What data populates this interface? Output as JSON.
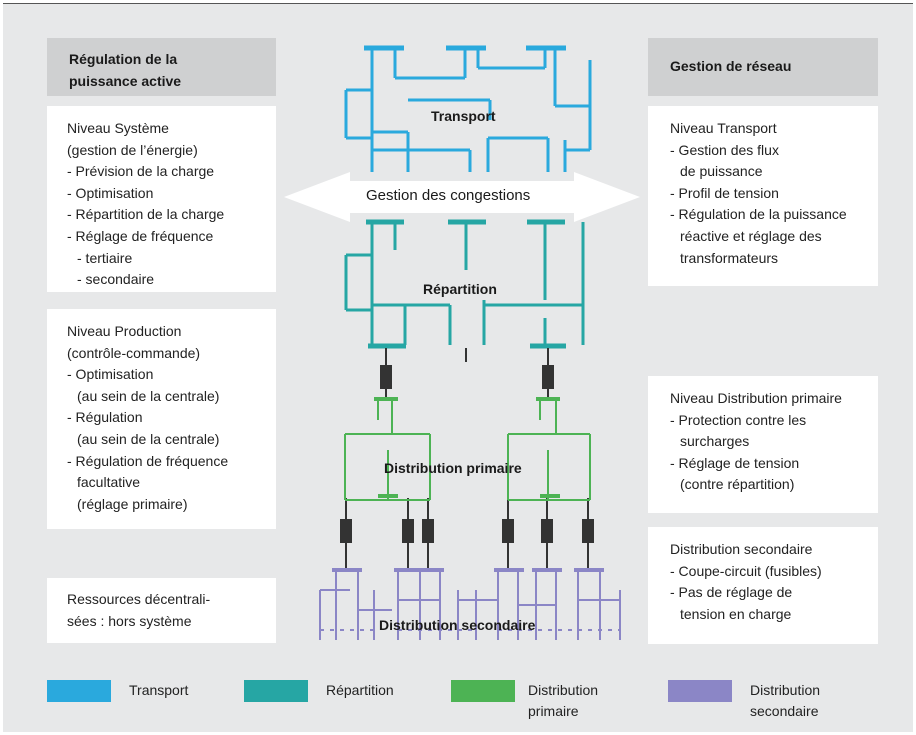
{
  "headers": {
    "left": [
      "Régulation de la",
      "puissance active"
    ],
    "right": "Gestion de réseau"
  },
  "left_boxes": {
    "systeme": [
      "Niveau Système",
      "(gestion de l’énergie)",
      "- Prévision de la charge",
      "- Optimisation",
      "- Répartition de la charge",
      "- Réglage de fréquence",
      "- tertiaire",
      "- secondaire"
    ],
    "production": [
      "Niveau Production",
      "(contrôle-commande)",
      "- Optimisation",
      "(au sein de la centrale)",
      "- Régulation",
      "(au sein de la centrale)",
      "- Régulation de fréquence",
      "facultative",
      "(réglage primaire)"
    ],
    "ressources": [
      "Ressources décentrali-",
      "sées : hors système"
    ]
  },
  "right_boxes": {
    "transport": [
      "Niveau Transport",
      "- Gestion des flux",
      "de puissance",
      "- Profil de tension",
      "- Régulation de la puissance",
      "réactive et réglage des",
      "transformateurs"
    ],
    "distribution_primaire": [
      "Niveau Distribution primaire",
      "- Protection contre les",
      "surcharges",
      "- Réglage de tension",
      "(contre répartition)"
    ],
    "distribution_secondaire": [
      "Distribution secondaire",
      "- Coupe-circuit (fusibles)",
      "- Pas de réglage de",
      "tension en charge"
    ]
  },
  "diagram": {
    "arrow_label": "Gestion des congestions",
    "levels": [
      "Transport",
      "Répartition",
      "Distribution primaire",
      "Distribution secondaire"
    ]
  },
  "legend": [
    {
      "label": [
        "Transport"
      ],
      "color": "#2aa9dd"
    },
    {
      "label": [
        "Répartition"
      ],
      "color": "#26a6a4"
    },
    {
      "label": [
        "Distribution",
        "primaire"
      ],
      "color": "#4db354"
    },
    {
      "label": [
        "Distribution",
        "secondaire"
      ],
      "color": "#8b86c6"
    }
  ]
}
